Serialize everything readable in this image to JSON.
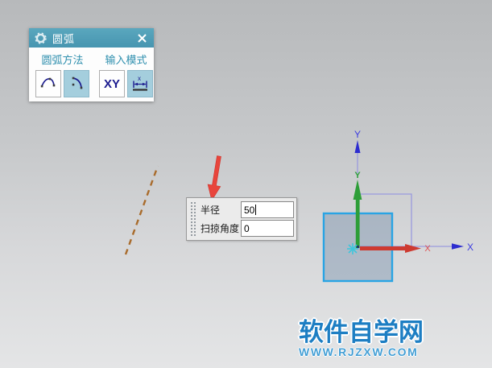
{
  "dialog": {
    "title": "圆弧",
    "arc_method": {
      "label": "圆弧方法",
      "buttons": [
        {
          "name": "three-point-arc",
          "selected": false
        },
        {
          "name": "arc-center-radius",
          "selected": true
        }
      ]
    },
    "input_mode": {
      "label": "输入模式",
      "xy_button_label": "XY",
      "buttons": [
        {
          "name": "xy-coordinate-mode",
          "selected": false
        },
        {
          "name": "radius-dimension-mode",
          "selected": true
        }
      ]
    }
  },
  "input_panel": {
    "radius_label": "半径",
    "radius_value": "50",
    "sweep_angle_label": "扫掠角度",
    "sweep_angle_value": "0"
  },
  "canvas": {
    "datum_y_label": "Y",
    "datum_x_label": "X",
    "wcs_y_label": "Y",
    "wcs_x_label": "X",
    "colors": {
      "titlebar_teal": "#4f9eb8",
      "selected_button_blue": "#a4cedd",
      "group_label_teal": "#2e8fae",
      "datum_axis_line": "#9a9ade",
      "datum_axis_blue": "#2d2dcf",
      "wcs_x_red": "#ce3a30",
      "wcs_x_label_red": "#e05050",
      "wcs_y_green": "#2d9e38",
      "sketch_region_border": "#29a4e4",
      "sketch_region_fill": "rgba(105,135,165,0.38)",
      "dashed_line_orange": "#a96b2b",
      "annotation_arrow_red": "#e8453c",
      "origin_marker_cyan": "#3ec6dc",
      "watermark_blue": "#1d7ec3",
      "watermark_url_blue": "#449fd5"
    }
  },
  "watermark": {
    "title": "软件自学网",
    "url": "WWW.RJZXW.COM"
  }
}
